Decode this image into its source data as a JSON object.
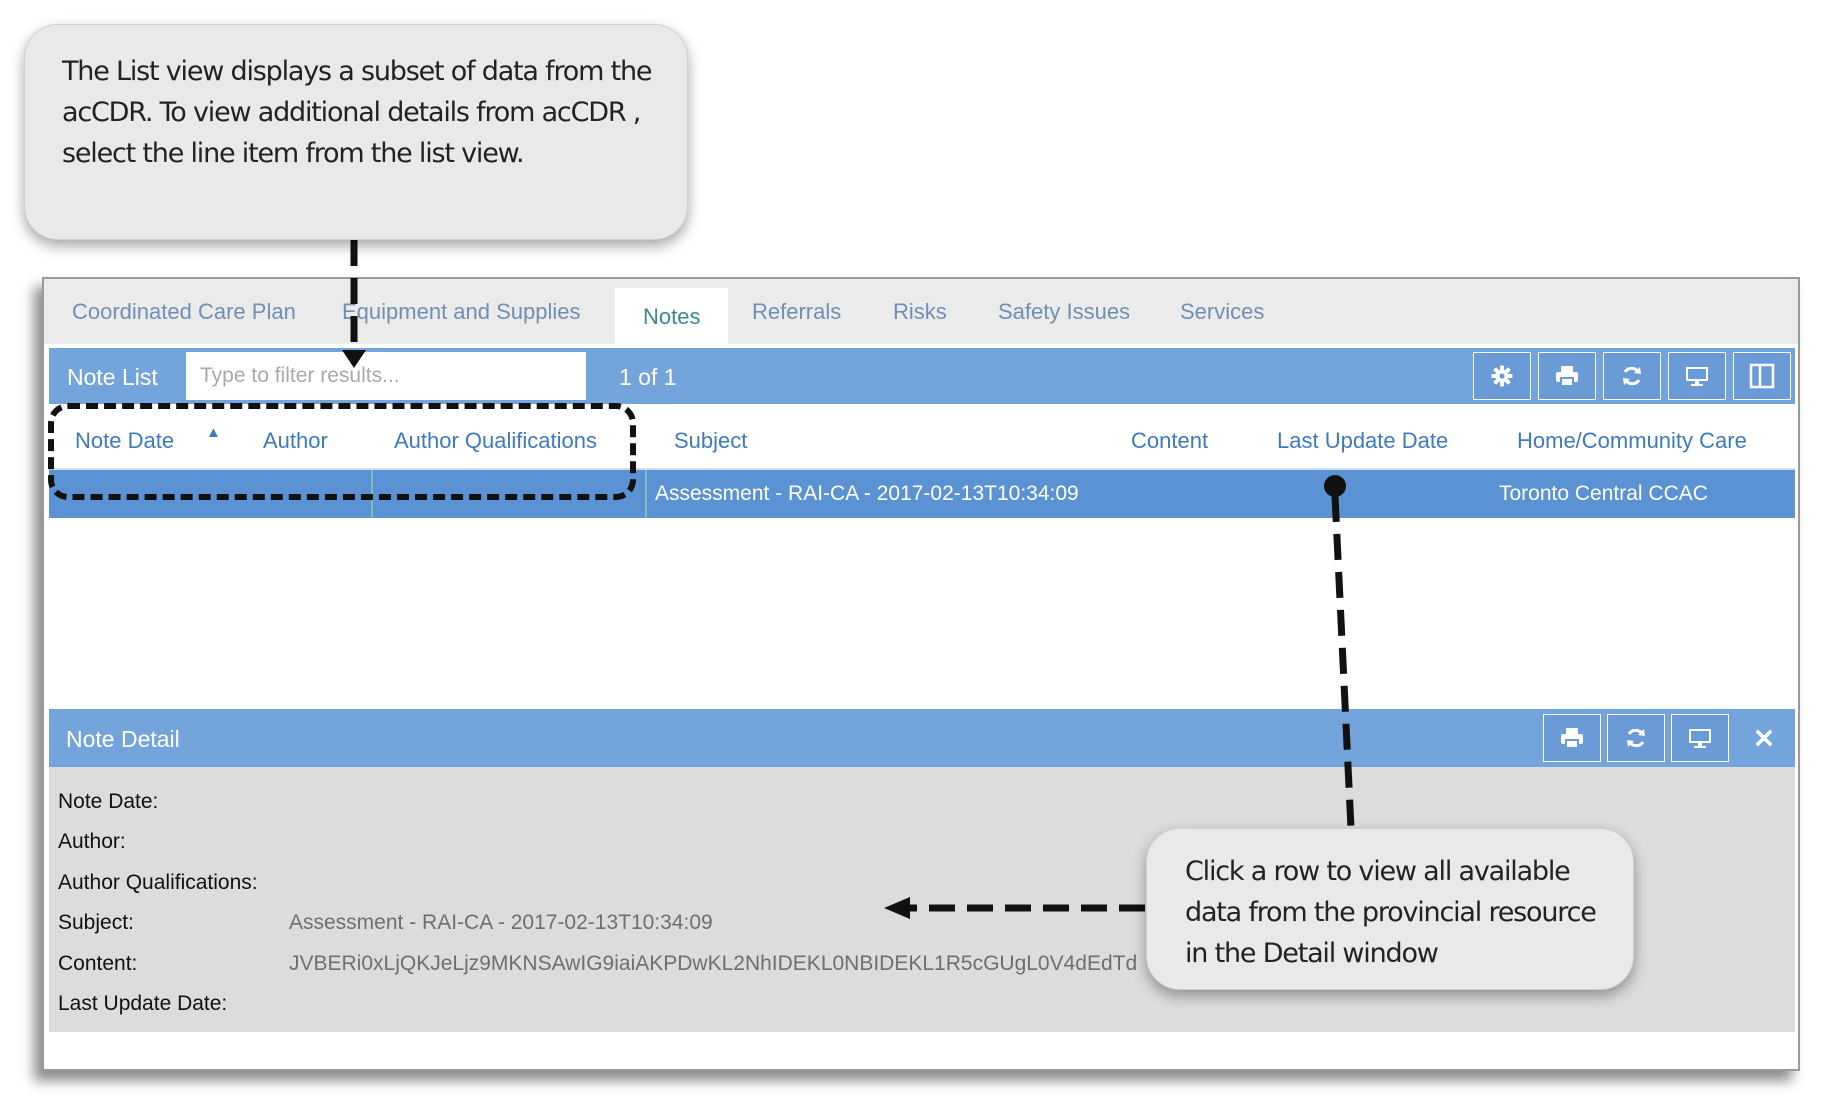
{
  "callouts": {
    "top": "The List view displays a subset of data from the acCDR.  To view additional details  from acCDR , select the line item from the list view.",
    "bottom": "Click a row to view all available data from the provincial resource in the Detail window"
  },
  "tabs": [
    {
      "label": "Coordinated Care Plan"
    },
    {
      "label": "Equipment and Supplies"
    },
    {
      "label": "Notes"
    },
    {
      "label": "Referrals"
    },
    {
      "label": "Risks"
    },
    {
      "label": "Safety Issues"
    },
    {
      "label": "Services"
    }
  ],
  "active_tab": "Notes",
  "note_list": {
    "title": "Note List",
    "filter_placeholder": "Type to filter results...",
    "page_count": "1 of 1",
    "toolbar_icons": [
      "gear-icon",
      "print-icon",
      "refresh-icon",
      "monitor-icon",
      "column-layout-icon"
    ],
    "columns": [
      "Note Date",
      "Author",
      "Author Qualifications",
      "Subject",
      "Content",
      "Last Update Date",
      "Home/Community Care"
    ],
    "sort_indicator": "▲",
    "row": {
      "note_date": "",
      "author": "",
      "author_qualifications": "",
      "subject": "Assessment - RAI-CA - 2017-02-13T10:34:09",
      "content": "",
      "last_update_date": "",
      "home_community_care": "Toronto Central CCAC"
    }
  },
  "note_detail": {
    "title": "Note Detail",
    "toolbar_icons": [
      "print-icon",
      "refresh-icon",
      "monitor-icon",
      "close-icon"
    ],
    "fields": [
      {
        "label": "Note Date:",
        "value": ""
      },
      {
        "label": "Author:",
        "value": ""
      },
      {
        "label": "Author Qualifications:",
        "value": ""
      },
      {
        "label": "Subject:",
        "value": "Assessment - RAI-CA - 2017-02-13T10:34:09"
      },
      {
        "label": "Content:",
        "value": "JVBERi0xLjQKJeLjz9MKNSAwIG9iaiAKPDwKL2NhIDEKL0NBIDEKL1R5cGUgL0V4dEdTd"
      },
      {
        "label": "Last Update Date:",
        "value": ""
      }
    ]
  },
  "colors": {
    "bar_blue": "#74a4dc",
    "row_selected": "#5b92d4",
    "header_text": "#3f79c4",
    "tab_text": "#6f8fb5",
    "active_tab_text": "#3a8a8a",
    "detail_bg": "#dcdcdc"
  }
}
